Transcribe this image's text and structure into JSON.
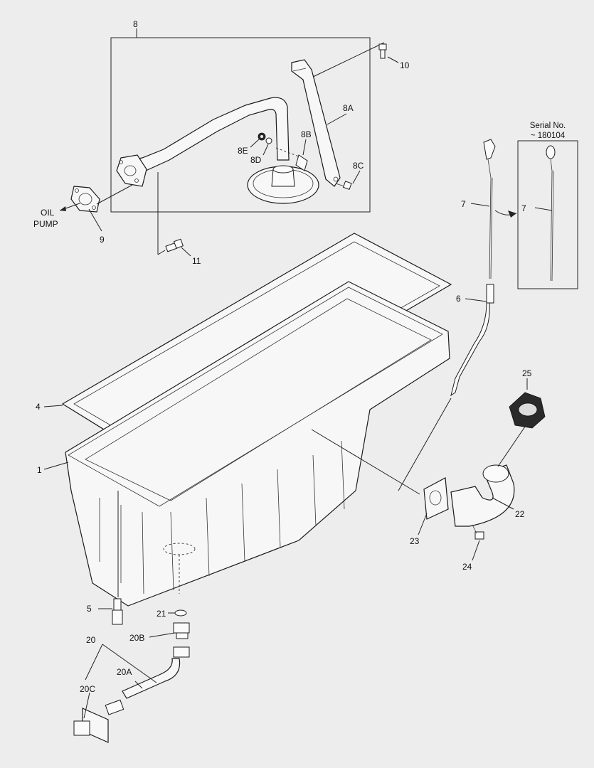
{
  "labels": {
    "l8": "8",
    "l10": "10",
    "l8A": "8A",
    "l8B": "8B",
    "l8C": "8C",
    "l8D": "8D",
    "l8E": "8E",
    "l9": "9",
    "l11": "11",
    "oil": "OIL",
    "pump": "PUMP",
    "serial_title": "Serial No.",
    "serial_value": "~ 180104",
    "l7a": "7",
    "l7b": "7",
    "l6": "6",
    "l4": "4",
    "l1": "1",
    "l25": "25",
    "l22": "22",
    "l23": "23",
    "l24": "24",
    "l5": "5",
    "l21": "21",
    "l20": "20",
    "l20B": "20B",
    "l20A": "20A",
    "l20C": "20C"
  }
}
